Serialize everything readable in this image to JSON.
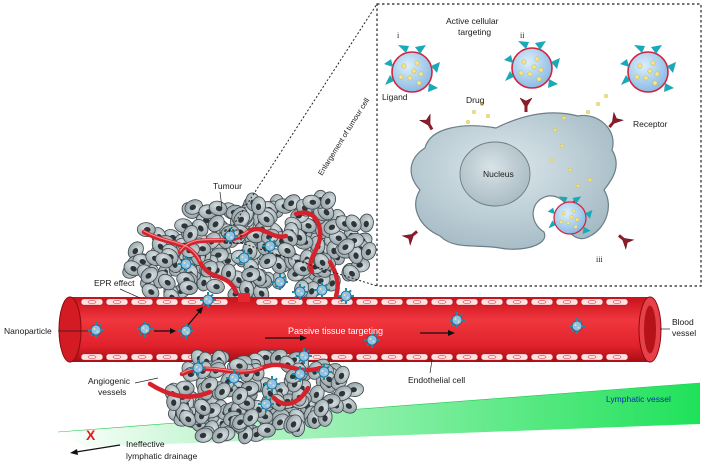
{
  "labels": {
    "active_targeting_line1": "Active cellular",
    "active_targeting_line2": "targeting",
    "ligand": "Ligand",
    "drug": "Drug",
    "receptor": "Receptor",
    "nucleus": "Nucleus",
    "enlargement": "Enlargement of tumour cell",
    "tumour": "Tumour",
    "epr_effect": "EPR effect",
    "nanoparticle": "Nanoparticle",
    "passive_targeting": "Passive tissue targeting",
    "blood_line1": "Blood",
    "blood_line2": "vessel",
    "endothelial": "Endothelial cell",
    "angiogenic_line1": "Angiogenic",
    "angiogenic_line2": "vessels",
    "lymphatic_vessel": "Lymphatic vessel",
    "ineffective_line1": "Ineffective",
    "ineffective_line2": "lymphatic drainage",
    "cross_mark": "X",
    "step_i": "i",
    "step_ii": "ii",
    "step_iii": "iii"
  },
  "colors": {
    "blood_vessel": "#e8262f",
    "lymphatic": "#22e05a",
    "nanoparticle_core": "#9fc7ea",
    "nanoparticle_ligand": "#19a9b8",
    "cell_body": "#b9cdd6",
    "receptor": "#8e1b2a",
    "drug": "#f2e27a",
    "tumour_cell": "#a9b4b8"
  }
}
